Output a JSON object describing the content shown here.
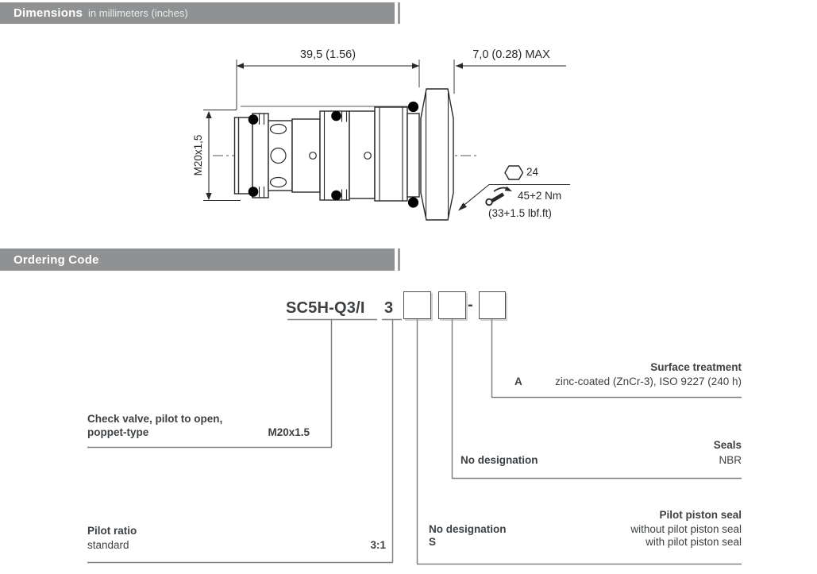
{
  "sections": {
    "dimensions": {
      "title": "Dimensions",
      "subtitle": "in millimeters (inches)"
    },
    "ordering": {
      "title": "Ordering Code"
    }
  },
  "drawing": {
    "dim_length": "39,5 (1.56)",
    "dim_hex_max": "7,0 (0.28) MAX",
    "thread": "M20x1,5",
    "hex_size": "24",
    "torque_nm": "45+2 Nm",
    "torque_lbf": "(33+1.5 lbf.ft)"
  },
  "ordering_code": {
    "base": "SC5H-Q3/I",
    "pilot_value": "3",
    "separator": "-",
    "blocks": {
      "valve": {
        "line1": "Check valve, pilot to open,",
        "line2": "poppet-type",
        "value": "M20x1.5"
      },
      "pilot_ratio": {
        "title": "Pilot ratio",
        "rows": [
          {
            "code": "standard",
            "desc": "3:1"
          }
        ]
      },
      "pilot_piston": {
        "title": "Pilot piston seal",
        "rows": [
          {
            "code": "No designation",
            "desc": "without pilot piston seal"
          },
          {
            "code": "S",
            "desc": "with pilot piston seal"
          }
        ]
      },
      "seals": {
        "title": "Seals",
        "rows": [
          {
            "code": "No designation",
            "desc": "NBR"
          }
        ]
      },
      "surface": {
        "title": "Surface treatment",
        "rows": [
          {
            "code": "A",
            "desc": "zinc-coated (ZnCr-3), ISO 9227 (240 h)"
          }
        ]
      }
    }
  },
  "colors": {
    "bar_bg": "#8f9193",
    "bar_text": "#ffffff",
    "body_text": "#3d4144",
    "drawing_stroke": "#26292b",
    "rule_lines": "#7e8285"
  }
}
